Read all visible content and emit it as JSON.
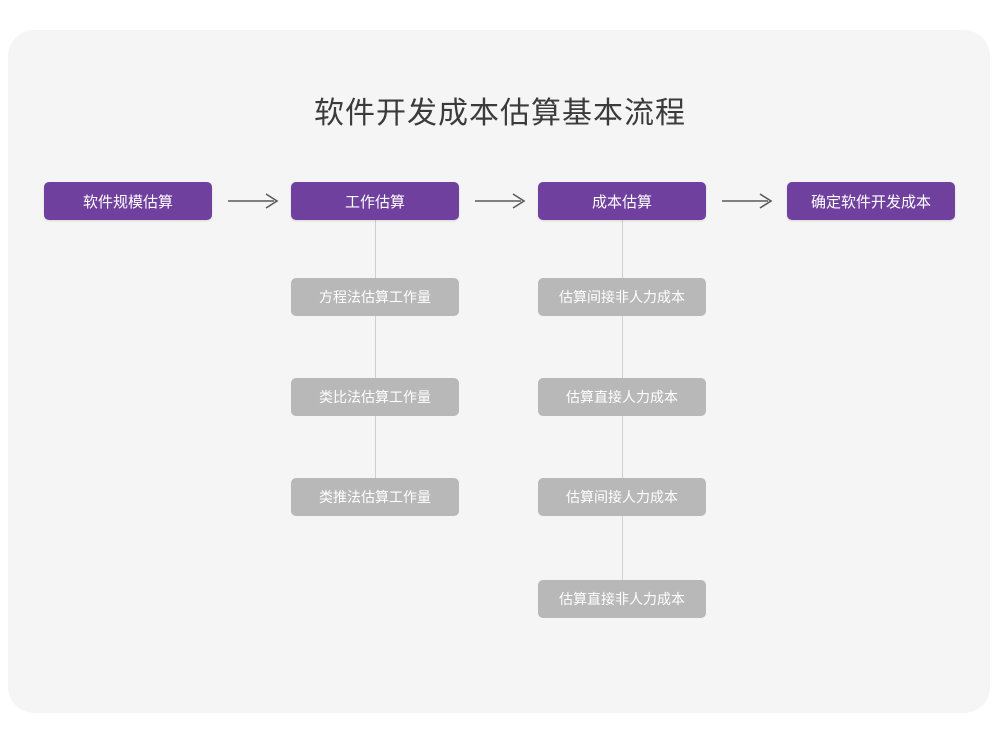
{
  "page": {
    "title": "软件开发成本估算基本流程",
    "card_background": "#f5f5f5",
    "canvas_background": "#ffffff"
  },
  "theme": {
    "primary_color": "#70409e",
    "secondary_color": "#b8b8b8",
    "connector_color": "#cfcfcf",
    "title_color": "#3b3b3b",
    "node_text_color": "#ffffff",
    "arrow_color": "#5a5a5a"
  },
  "diagram": {
    "type": "flowchart",
    "orientation": "left-to-right with vertical sub-branches",
    "stages": [
      {
        "id": "stage-1",
        "label": "软件规模估算",
        "children": []
      },
      {
        "id": "stage-2",
        "label": "工作估算",
        "children": [
          {
            "label": "方程法估算工作量"
          },
          {
            "label": "类比法估算工作量"
          },
          {
            "label": "类推法估算工作量"
          }
        ]
      },
      {
        "id": "stage-3",
        "label": "成本估算",
        "children": [
          {
            "label": "估算间接非人力成本"
          },
          {
            "label": "估算直接人力成本"
          },
          {
            "label": "估算间接人力成本"
          },
          {
            "label": "估算直接非人力成本"
          }
        ]
      },
      {
        "id": "stage-4",
        "label": "确定软件开发成本",
        "children": []
      }
    ],
    "connectors": [
      {
        "from": "stage-1",
        "to": "stage-2",
        "glyph": "⟶",
        "icon": "arrow-right-icon"
      },
      {
        "from": "stage-2",
        "to": "stage-3",
        "glyph": "⟶",
        "icon": "arrow-right-icon"
      },
      {
        "from": "stage-3",
        "to": "stage-4",
        "glyph": "⟶",
        "icon": "arrow-right-icon"
      }
    ]
  }
}
